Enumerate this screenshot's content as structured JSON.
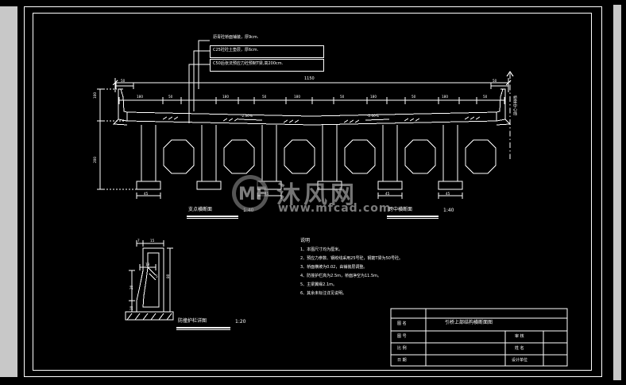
{
  "app": {
    "type": "autocad-drawing-viewer",
    "background_color": "#000000",
    "line_color": "#ffffff"
  },
  "callouts": [
    {
      "id": "c1",
      "text": "沥青砼桥面铺装，厚9cm."
    },
    {
      "id": "c2",
      "text": "C25砼砼土垫层，厚6cm."
    },
    {
      "id": "c3",
      "text": "C50后张法预应力砼预制T梁,高200cm."
    }
  ],
  "main_drawing": {
    "overall_dim": "1150",
    "centerline_label": "桥梁中心线",
    "top_dims_left": [
      "50",
      "180",
      "50",
      "180"
    ],
    "top_dims_right": [
      "50",
      "180",
      "50",
      "180",
      "50"
    ],
    "slope_left": "-2.00%",
    "slope_right": "-2.00%",
    "vertical_dims": [
      "100",
      "200"
    ],
    "bottom_dims": [
      "45",
      "45",
      "45",
      "45"
    ],
    "girder_count": 6
  },
  "section_labels": [
    {
      "name": "支点横断面",
      "scale": "1:40"
    },
    {
      "name": "跨中横断面",
      "scale": "1:40"
    },
    {
      "name": "防撞护栏详图",
      "scale": "1:20"
    }
  ],
  "guardrail_detail": {
    "dims": [
      "15",
      "7",
      "18",
      "80",
      "20",
      "10",
      "5"
    ]
  },
  "notes": {
    "title": "说明",
    "items": [
      "1、本图尺寸均为厘米。",
      "2、预应力参数、钢绞线采用25号砼，钢筋T梁为50号砼。",
      "3、桥面横坡为0.02，由铺装层调整。",
      "4、防撞护栏高为2.5m，桥面净空为11.5m。",
      "5、主梁翼缘2.1m。",
      "6、其余未标注详见说明。"
    ]
  },
  "title_block": {
    "rows": [
      {
        "label": "",
        "value": "",
        "label2": "",
        "value2": ""
      },
      {
        "label": "图 名",
        "value": "引桥上部结构横断面图",
        "label2": "",
        "value2": ""
      },
      {
        "label": "图 号",
        "value": "",
        "label2": "审 核",
        "value2": ""
      },
      {
        "label": "比 例",
        "value": "",
        "label2": "姓 名",
        "value2": ""
      },
      {
        "label": "日 期",
        "value": "",
        "label2": "设计单位",
        "value2": ""
      }
    ]
  },
  "watermark": {
    "logo_text": "MF",
    "brand": "沐风网",
    "url": "www.mfcad.com"
  }
}
